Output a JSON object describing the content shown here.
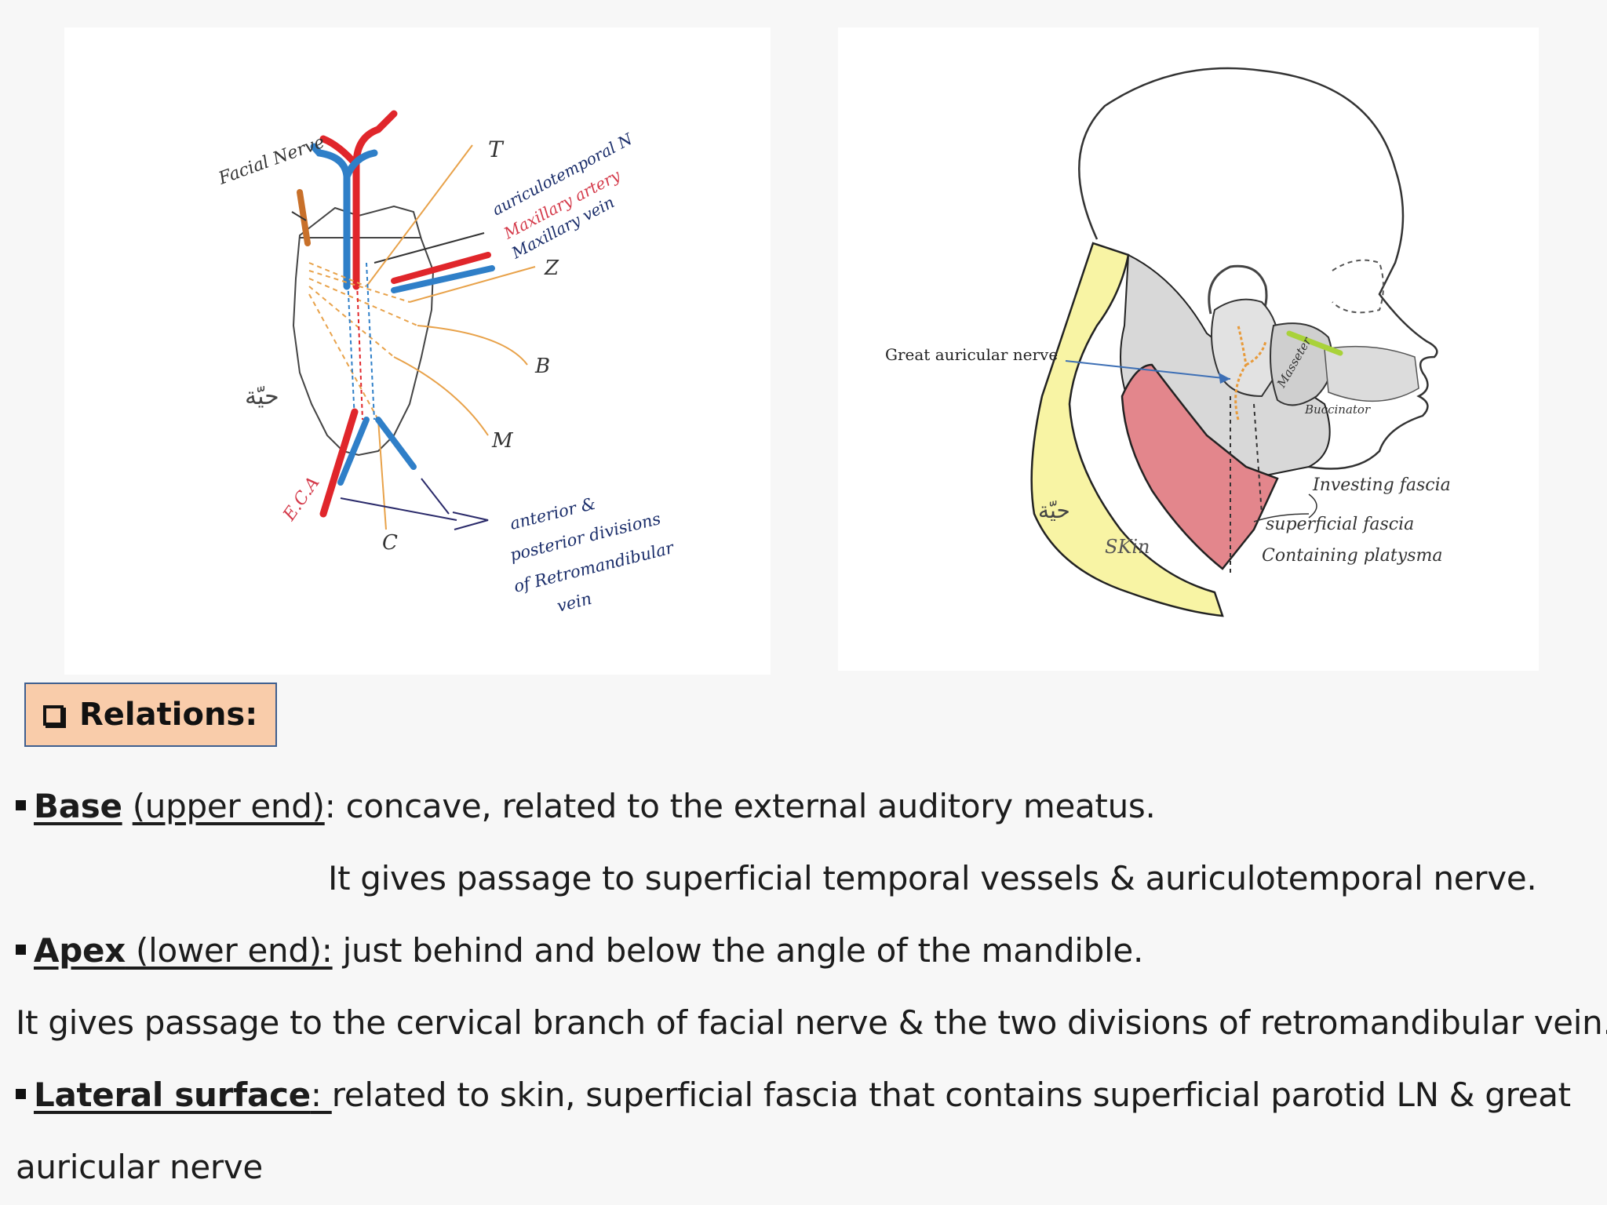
{
  "left_figure": {
    "labels": {
      "facial_nerve": "Facial Nerve",
      "t": "T",
      "auriculotemporal": "auriculotemporal N",
      "maxillary_artery": "Maxillary artery",
      "maxillary_vein": "Maxillary vein",
      "z": "Z",
      "b": "B",
      "m": "M",
      "c": "C",
      "eca": "E.C.A",
      "divisions_1": "anterior &",
      "divisions_2": "posterior divisions",
      "divisions_3": "of Retromandibular",
      "divisions_4": "vein",
      "arabic_mark": "حيّة"
    }
  },
  "right_figure": {
    "labels": {
      "great_auricular": "Great auricular nerve",
      "masseter": "Masseter",
      "buccinator": "Buccinator",
      "investing": "Investing fascia",
      "superficial_1": "superficial fascia",
      "superficial_2": "Containing platysma",
      "skin": "SKin",
      "arabic_mark": "حيّة"
    }
  },
  "section": {
    "title": "Relations:"
  },
  "text": {
    "base_term": "Base",
    "base_paren": "(upper end)",
    "base_rest": ": concave, related to the external auditory meatus.",
    "base_passage": "It gives passage to superficial temporal vessels & auriculotemporal nerve.",
    "apex_term": "Apex",
    "apex_paren": " (lower end):",
    "apex_rest": "  just behind and below the angle of the mandible.",
    "apex_passage": "It gives passage to the  cervical branch of facial nerve & the two divisions of retromandibular vein.",
    "lateral_term": "Lateral surface",
    "lateral_colon": ": ",
    "lateral_rest": "related to skin, superficial fascia that contains superficial parotid LN & great",
    "lateral_rest_2": "auricular nerve"
  }
}
